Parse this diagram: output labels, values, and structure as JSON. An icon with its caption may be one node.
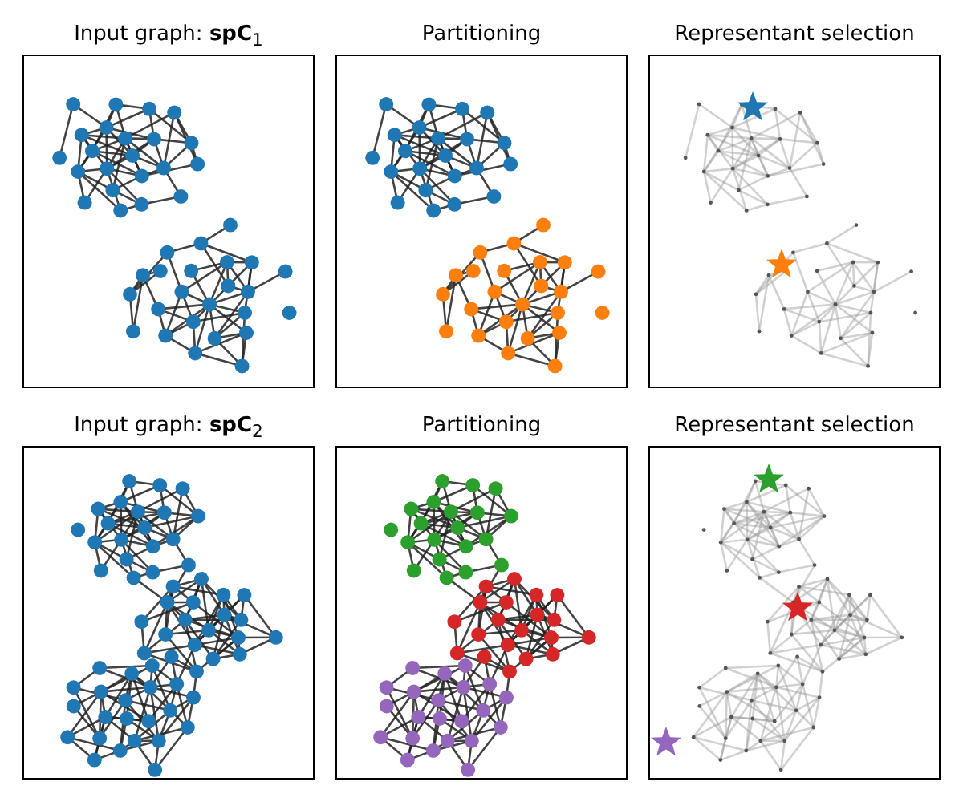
{
  "diagram": {
    "nodes": [
      {
        "text": [
          "Input graph: **spC**$_{1}$"
        ]
      },
      {
        "text": [
          "Partitioning"
        ]
      },
      {
        "text": [
          "Representant selection"
        ]
      },
      {
        "text": [
          "Input graph: **spC**$_{2}$"
        ]
      },
      {
        "text": [
          "Partitioning"
        ]
      },
      {
        "text": [
          "Representant selection"
        ]
      }
    ]
  }
}
